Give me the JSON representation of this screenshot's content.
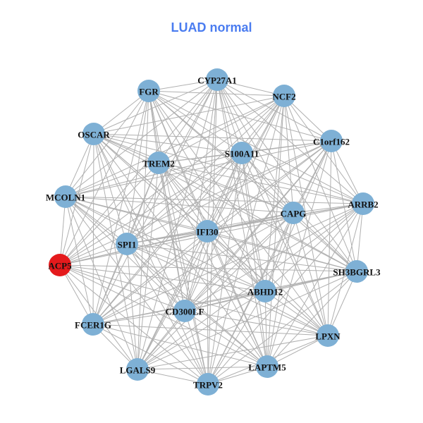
{
  "title": "LUAD normal",
  "colors": {
    "title": "#4a7cf0",
    "node": "#7eb0d5",
    "highlight": "#e41a1c",
    "edge": "#b0b0b0"
  },
  "edge_mode": "complete",
  "nodes": [
    {
      "id": "CYP27A1",
      "highlight": false
    },
    {
      "id": "FGR",
      "highlight": false
    },
    {
      "id": "NCF2",
      "highlight": false
    },
    {
      "id": "OSCAR",
      "highlight": false
    },
    {
      "id": "C1orf162",
      "highlight": false
    },
    {
      "id": "S100A11",
      "highlight": false
    },
    {
      "id": "TREM2",
      "highlight": false
    },
    {
      "id": "MCOLN1",
      "highlight": false
    },
    {
      "id": "ARRB2",
      "highlight": false
    },
    {
      "id": "CAPG",
      "highlight": false
    },
    {
      "id": "IFI30",
      "highlight": false
    },
    {
      "id": "SPI1",
      "highlight": false
    },
    {
      "id": "ACP5",
      "highlight": true
    },
    {
      "id": "SH3BGRL3",
      "highlight": false
    },
    {
      "id": "ABHD12",
      "highlight": false
    },
    {
      "id": "CD300LF",
      "highlight": false
    },
    {
      "id": "FCER1G",
      "highlight": false
    },
    {
      "id": "LPXN",
      "highlight": false
    },
    {
      "id": "LGALS9",
      "highlight": false
    },
    {
      "id": "LAPTM5",
      "highlight": false
    },
    {
      "id": "TRPV2",
      "highlight": false
    }
  ]
}
